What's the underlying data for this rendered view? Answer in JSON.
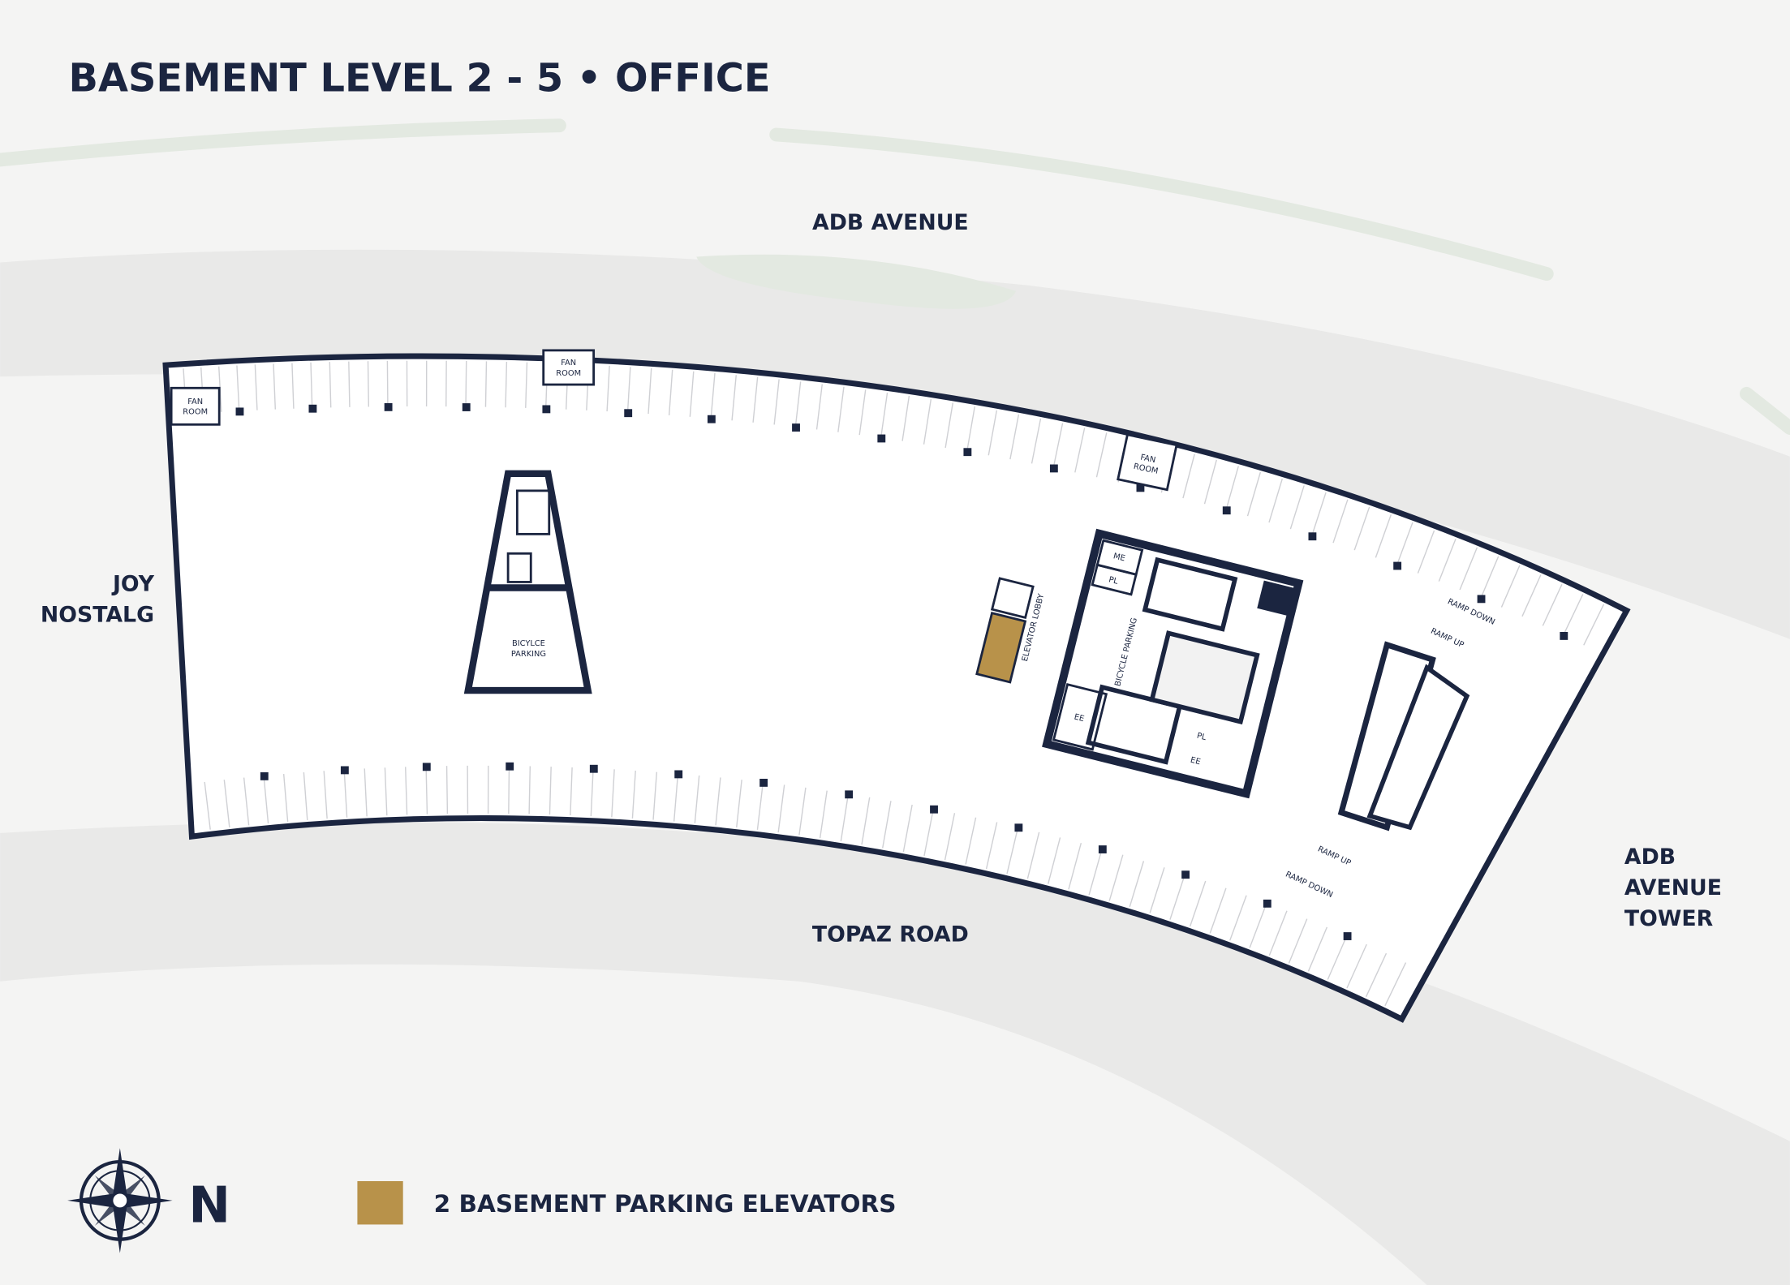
{
  "title": "BASEMENT LEVEL 2 - 5 • OFFICE",
  "streets": {
    "north": "ADB AVENUE",
    "south": "TOPAZ ROAD",
    "west": [
      "JOY",
      "NOSTALG"
    ],
    "east": [
      "ADB",
      "AVENUE",
      "TOWER"
    ]
  },
  "rooms": {
    "fan_room": [
      "FAN",
      "ROOM"
    ],
    "bicycle_parking_west": [
      "BICYLCE",
      "PARKING"
    ],
    "elevator_lobby": "ELEVATOR LOBBY",
    "bicycle_parking_core": "BICYCLE PARKING",
    "me": "ME",
    "pl": "PL",
    "ee": "EE",
    "ramp_down": "RAMP DOWN",
    "ramp_up": "RAMP UP"
  },
  "compass": {
    "label": "N"
  },
  "legend": {
    "label": "2 BASEMENT PARKING ELEVATORS",
    "color": "#b8924a"
  },
  "colors": {
    "wall": "#1b2540",
    "background": "#f4f4f3",
    "road": "#e9e9e8",
    "green": "#e3e9e1"
  }
}
